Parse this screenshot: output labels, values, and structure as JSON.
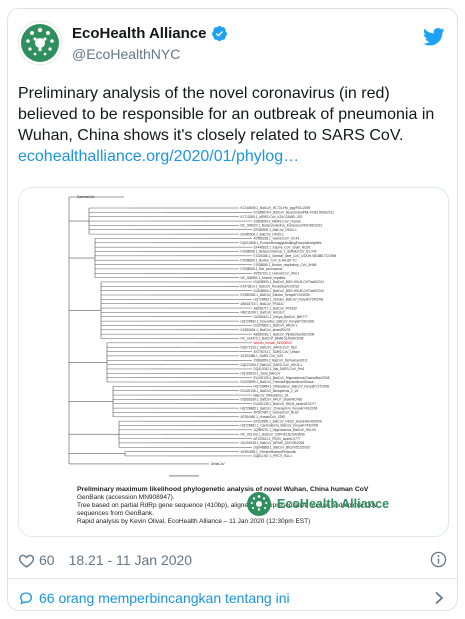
{
  "tweet": {
    "author_name": "EcoHealth Alliance",
    "author_handle": "@EcoHealthNYC",
    "text": "Preliminary analysis of the novel coronavirus (in red) believed to be responsible for an outbreak of pneumonia in Wuhan, China shows it's closely related to SARS CoV.",
    "link": "ecohealthalliance.org/2020/01/phylog…",
    "likes": "60",
    "timestamp": "18.21 - 11 Jan 2020",
    "conversation": "66 orang memperbincangkan tentang ini"
  },
  "media": {
    "caption_bold": "Preliminary maximum likelihood phylogenetic analysis of novel Wuhan, China human CoV",
    "caption_bold_suffix": " GenBank (accession MN908947).",
    "caption_line2": "Tree based on partial RdRp gene sequence (410bp), aligned with representative human and animal CoV sequences from GenBank.",
    "caption_line3": "Rapid analysis by Kevin Olival, EcoHealth Alliance – 11 Jan 2020 (12:30pm EST)",
    "logo_text": "EcoHealth Alliance",
    "scale_label": "0.6",
    "root_label": "GammaCoV",
    "delta_label": "DeltaCoV",
    "highlight_label": "Wuhan_human_MN908947",
    "tree_labels": [
      "KC164505.2_BatCoV_IR-724-Pip_pyg/POL/2009",
      "KC869678.4_BatCoV_Neoromicia/PML-PHE1/RSA/2011",
      "KJ713295.1_MERS-CoV_KSA-CAMEL-376",
      "JX869059.2_MERS-CoV_Human",
      "NC_009020.1_Betacoronavirus_Ennaocus/VMC/DE/2012",
      "EF065505.1_BatCoV_HKU4-1",
      "EF065509.1_BatCoV_HKU5-1",
      "AY585228.1_HumanCoV_OC43",
      "DQ011855.1_PorcineHemagglutinatingEncephalomyelitis",
      "EF446615.1_Equine_CoV_strain_NC99",
      "FJ938068.1_Betacoronavirus_1_Buffalo/CoV_B1-24F",
      "FJ425186.1_Sambar_deer_CoV_US/OH-WD388-TC/1994",
      "FJ938064.1_Bovine_CoV_E-AH187-TC",
      "FJ938065.1_Bovine_respiratory_CoV_AH65",
      "FJ938068.1_Rat_coronavirus",
      "AY597011.2_HumanCoV_HKU1",
      "NC_006852.1_Murine_hepatitis",
      "KU528593.1_BatCoV_BtSY-HKU9-CHTha/5/2012",
      "KJ473814.1_BatCoV_Rousettus/GX2016",
      "KU528594.1_BatCoV_BtSY-HKU9-CHTha/5/2012",
      "KX930562.1_BatCoV_Eidolon_KenyaKY24/2006",
      "HQ728483.1_Eidolon_BatCoV_KenyaKY24/2006",
      "AB918719.1_BatCoV_FR0131",
      "AB918717.1_BatCoV_FR0130",
      "HM211099.1_BatCoV_HKU9-2",
      "GU065421.1_Kenya_BatCoV_BtKY77",
      "HQ728482.1_Rousettus_BatCoV_KenyaKY06/2006",
      "EU375863.1_BatCoV_HKU9-1",
      "KX520654.1_BatCoV_strain/RK/03",
      "AB539081.1_BatCoV_Pipistrellus/DE/2008",
      "NC_014470.1_BatCoV_BM48-31/BGR/2008",
      "Wuhan_human_MN908947",
      "DQ071615.1_BatCoV_SARS-CoV_Rp3",
      "AY278741.1_SARS-CoV_Urbani",
      "AY304486.1_SARS-CoV_SZ3",
      "JX869059.2_BatCoV_Rp/human/2011",
      "DQ022305.2_BatCoV_SARS-CoV_HKU3-1",
      "DQ412042.1_Bat_SARS-CoV_Rm1",
      "HQ166910.1_Zaria_BatCoV",
      "EU420139.1_BatCoV_Hipposideros/Ghana/Bon/2008",
      "EU375859.1_BatCoV_Tredula/Hipposideros/Ghana",
      "HQ728484.1_Miniopterus_BatCoV_KenyaKY27/2006",
      "EU420138.1_BatCoV_Miniopterus_2_16",
      "BatCoV_Miniopterus_1A",
      "DQ666339.1_BatCoV_HKU7_strainWCF88",
      "EU420139.1_BatCoV_HKU8_strainAFCD77",
      "HQ728485.1_BatCoV_Chaerephon_KenyaKY41/2006",
      "AY567487.2_HumanCoV_NL63",
      "AF304460.1_HumanCoV_229E",
      "EF203065.1_BatCoV_HKU2_strainHKU46/2006",
      "HQ728481.1_Cardioderma_BatCoV_KenyaKY43/2006",
      "JQ989270.1_Hipposideros_BatCoV_HKU10",
      "NC_022103.1_BatCoV_CDPHE15/USA/2006",
      "AF220511.1_PEDV_strainCV777",
      "GU190218.1_BatCoV_NF/MX_02/GXR/2008",
      "DQ648858.1_BatCoV_BtCoV/512/2005",
      "AY994055.1_FelineInfectiousPeritonitis",
      "DQ811787.1_PRCV_ISU-1"
    ]
  }
}
